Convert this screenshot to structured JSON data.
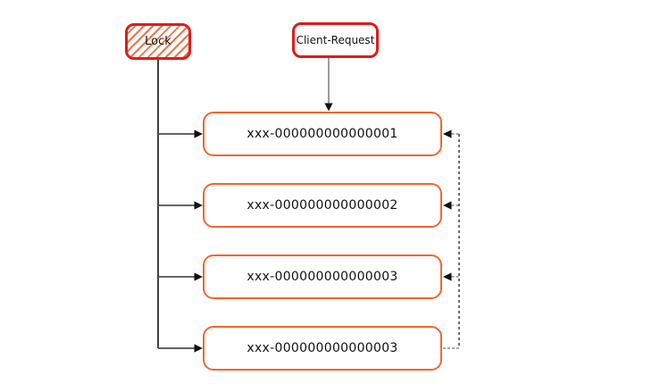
{
  "diagram": {
    "lock": {
      "label": "Lock"
    },
    "client_request": {
      "label": "Client-Request"
    },
    "nodes": [
      {
        "label": "xxx-000000000000001"
      },
      {
        "label": "xxx-000000000000002"
      },
      {
        "label": "xxx-000000000000003"
      },
      {
        "label": "xxx-000000000000003"
      }
    ],
    "colors": {
      "canvas_bg": "#FFFFFF",
      "red_border": "#E01B1B",
      "orange_border": "#F3662B",
      "hatch_stroke": "#F0744A",
      "label_text": "#111111",
      "line_dark": "#222222",
      "line_mid": "#4F4F4F",
      "line_gray": "#8C8C8C",
      "dash_dark": "#2E2E2E",
      "dash_gray": "#8A8A8A",
      "arrowhead": "#111111"
    }
  }
}
